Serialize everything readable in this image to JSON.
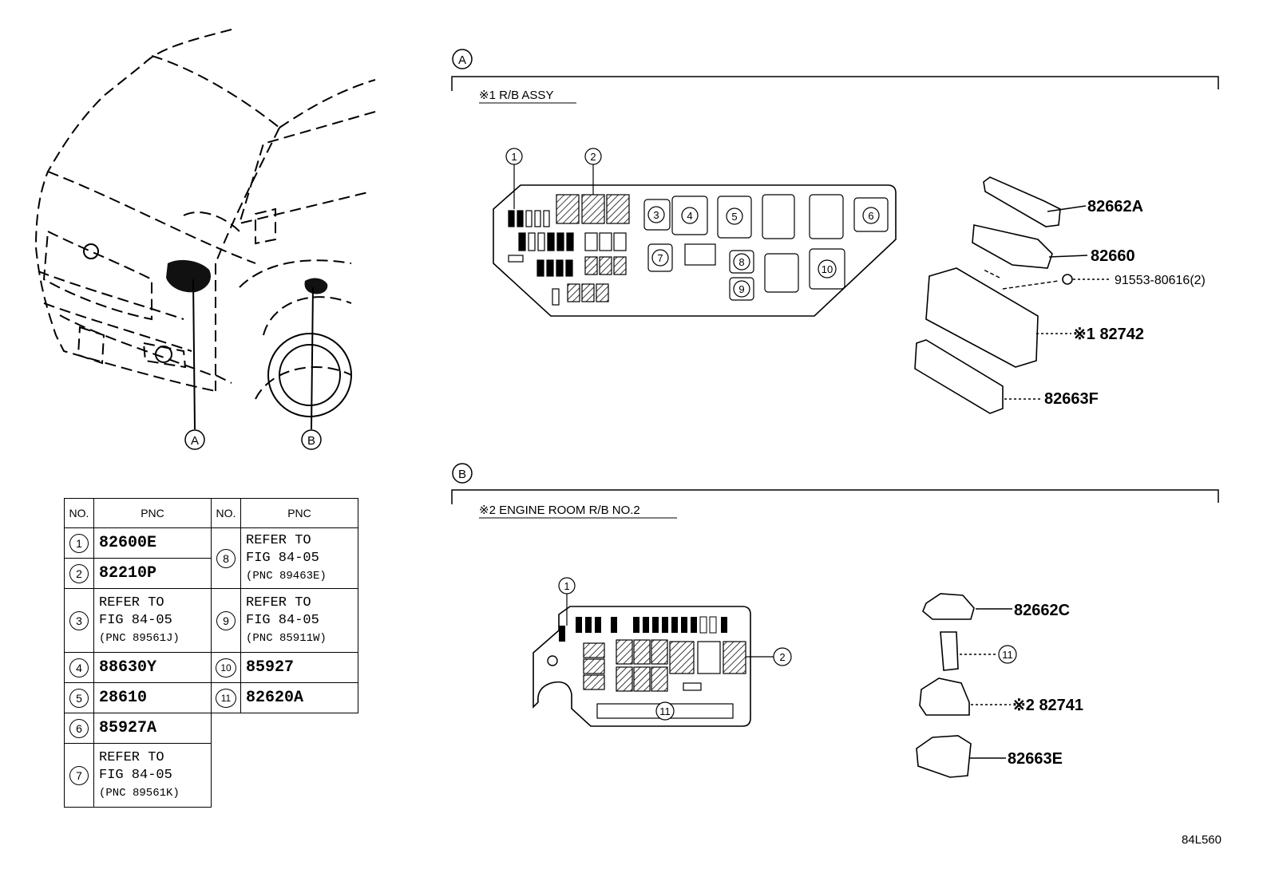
{
  "sections": {
    "a": {
      "marker": "A",
      "title": "※1 R/B ASSY"
    },
    "b": {
      "marker": "B",
      "title": "※2 ENGINE ROOM R/B NO.2"
    }
  },
  "vehicle_callouts": [
    "A",
    "B"
  ],
  "box_a_callouts": [
    "1",
    "2",
    "3",
    "4",
    "5",
    "6",
    "7",
    "8",
    "9",
    "10"
  ],
  "box_b_callouts": [
    "1",
    "2",
    "11"
  ],
  "parts_a": [
    {
      "id": "82662A",
      "text": "82662A"
    },
    {
      "id": "82660",
      "text": "82660"
    },
    {
      "id": "91553",
      "text": "91553-80616(2)"
    },
    {
      "id": "82742",
      "text": "※1 82742"
    },
    {
      "id": "82663F",
      "text": "82663F"
    }
  ],
  "parts_b": [
    {
      "id": "82662C",
      "text": "82662C"
    },
    {
      "id": "11",
      "text": "11"
    },
    {
      "id": "82741",
      "text": "※2 82741"
    },
    {
      "id": "82663E",
      "text": "82663E"
    }
  ],
  "table": {
    "headers": {
      "no": "NO.",
      "pnc": "PNC"
    },
    "left": [
      {
        "no": "1",
        "pnc": "82600E"
      },
      {
        "no": "2",
        "pnc": "82210P"
      },
      {
        "no": "3",
        "line1": "REFER TO",
        "line2": "FIG 84-05",
        "line3": "(PNC 89561J)"
      },
      {
        "no": "4",
        "pnc": "88630Y"
      },
      {
        "no": "5",
        "pnc": "28610"
      },
      {
        "no": "6",
        "pnc": "85927A"
      },
      {
        "no": "7",
        "line1": "REFER TO",
        "line2": "FIG 84-05",
        "line3": "(PNC 89561K)"
      }
    ],
    "right": [
      {
        "no": "8",
        "line1": "REFER TO",
        "line2": "FIG 84-05",
        "line3": "(PNC 89463E)"
      },
      {
        "no": "9",
        "line1": "REFER TO",
        "line2": "FIG 84-05",
        "line3": "(PNC 85911W)"
      },
      {
        "no": "10",
        "pnc": "85927"
      },
      {
        "no": "11",
        "pnc": "82620A"
      }
    ]
  },
  "figure_code": "84L560"
}
